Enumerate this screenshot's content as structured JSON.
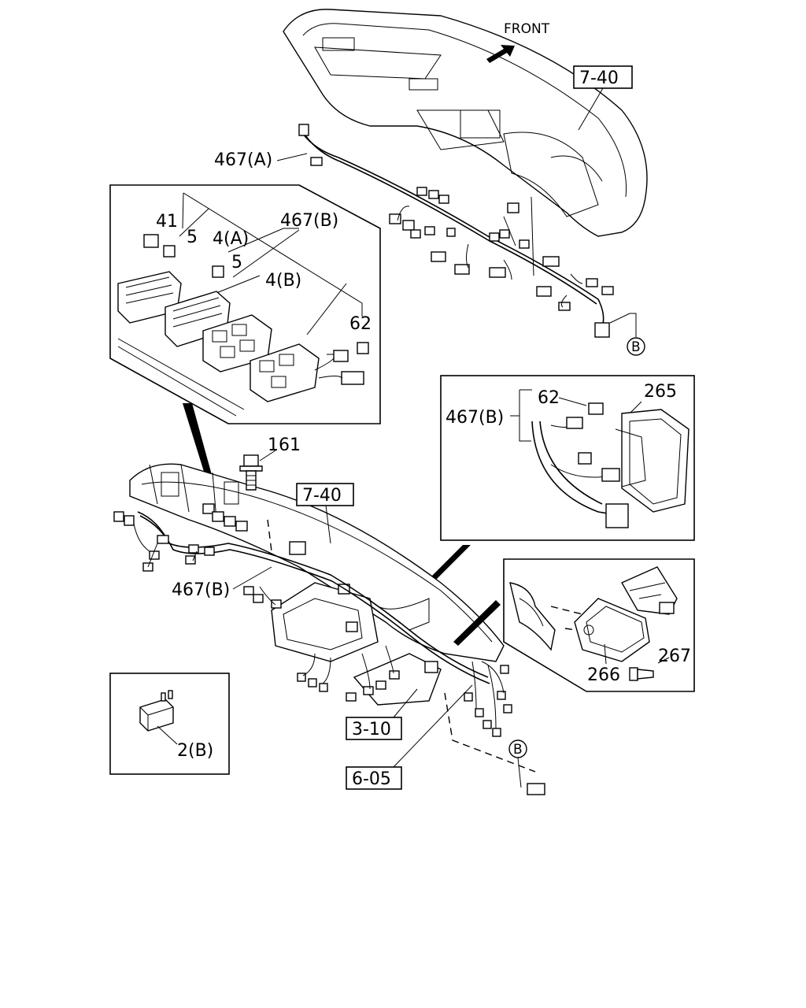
{
  "labels": {
    "front": "FRONT",
    "ref_7_40_top": "7-40",
    "ref_7_40_mid": "7-40",
    "ref_3_10": "3-10",
    "ref_6_05": "6-05",
    "p467A": "467(A)",
    "p467B_top": "467(B)",
    "p467B_mid": "467(B)",
    "p467B_right": "467(B)",
    "p41": "41",
    "p5a": "5",
    "p5b": "5",
    "p4A": "4(A)",
    "p4B": "4(B)",
    "p62_left": "62",
    "p62_right": "62",
    "p161": "161",
    "p265": "265",
    "p266": "266",
    "p267": "267",
    "p2B": "2(B)",
    "markerB_top": "B",
    "markerB_bottom": "B"
  },
  "icons": {
    "front_arrow": "arrow-icon",
    "connector": "connector-icon"
  }
}
